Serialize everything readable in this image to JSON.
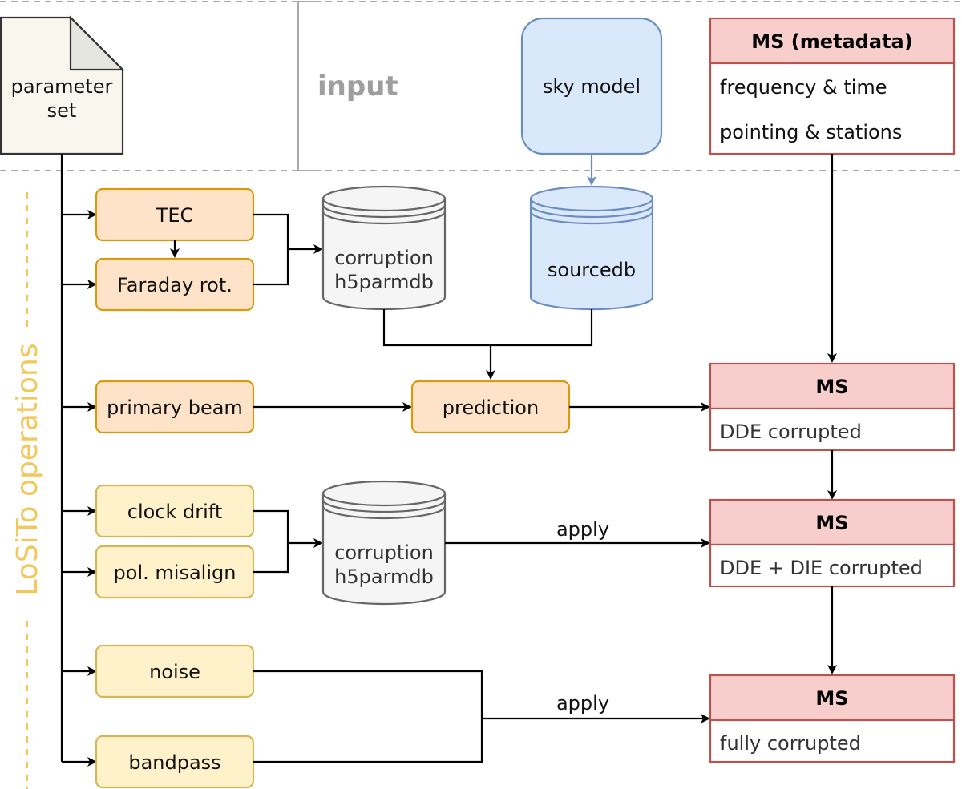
{
  "input_section": {
    "title": "input"
  },
  "side_label": "LoSiTo operations",
  "parameter_set": {
    "line1": "parameter",
    "line2": "set"
  },
  "sky_model": "sky model",
  "sourcedb": "sourcedb",
  "ms_metadata": {
    "header": "MS (metadata)",
    "row1": "frequency & time",
    "row2": "pointing & stations"
  },
  "ops": {
    "tec": "TEC",
    "faraday": "Faraday rot.",
    "primary_beam": "primary beam",
    "prediction": "prediction",
    "clock_drift": "clock drift",
    "pol_misalign": "pol. misalign",
    "noise": "noise",
    "bandpass": "bandpass"
  },
  "corruption_db_1": {
    "line1": "corruption",
    "line2": "h5parmdb"
  },
  "corruption_db_2": {
    "line1": "corruption",
    "line2": "h5parmdb"
  },
  "edge_labels": {
    "apply_1": "apply",
    "apply_2": "apply"
  },
  "ms_dde": {
    "header": "MS",
    "body": "DDE corrupted"
  },
  "ms_dde_die": {
    "header": "MS",
    "body": "DDE + DIE corrupted"
  },
  "ms_full": {
    "header": "MS",
    "body": "fully corrupted"
  },
  "colors": {
    "orange_fill": "#ffe3c8",
    "orange_stroke": "#d79b10",
    "yellow_fill": "#fff1c9",
    "yellow_stroke": "#d6b656",
    "blue_fill": "#dae8fc",
    "blue_stroke": "#6c8ebf",
    "grey_fill": "#f5f5f5",
    "grey_stroke": "#666666",
    "pink_fill": "#f8cecc",
    "pink_stroke": "#b85450",
    "side_label": "#f3c85a",
    "title_grey": "#9e9e9e"
  }
}
